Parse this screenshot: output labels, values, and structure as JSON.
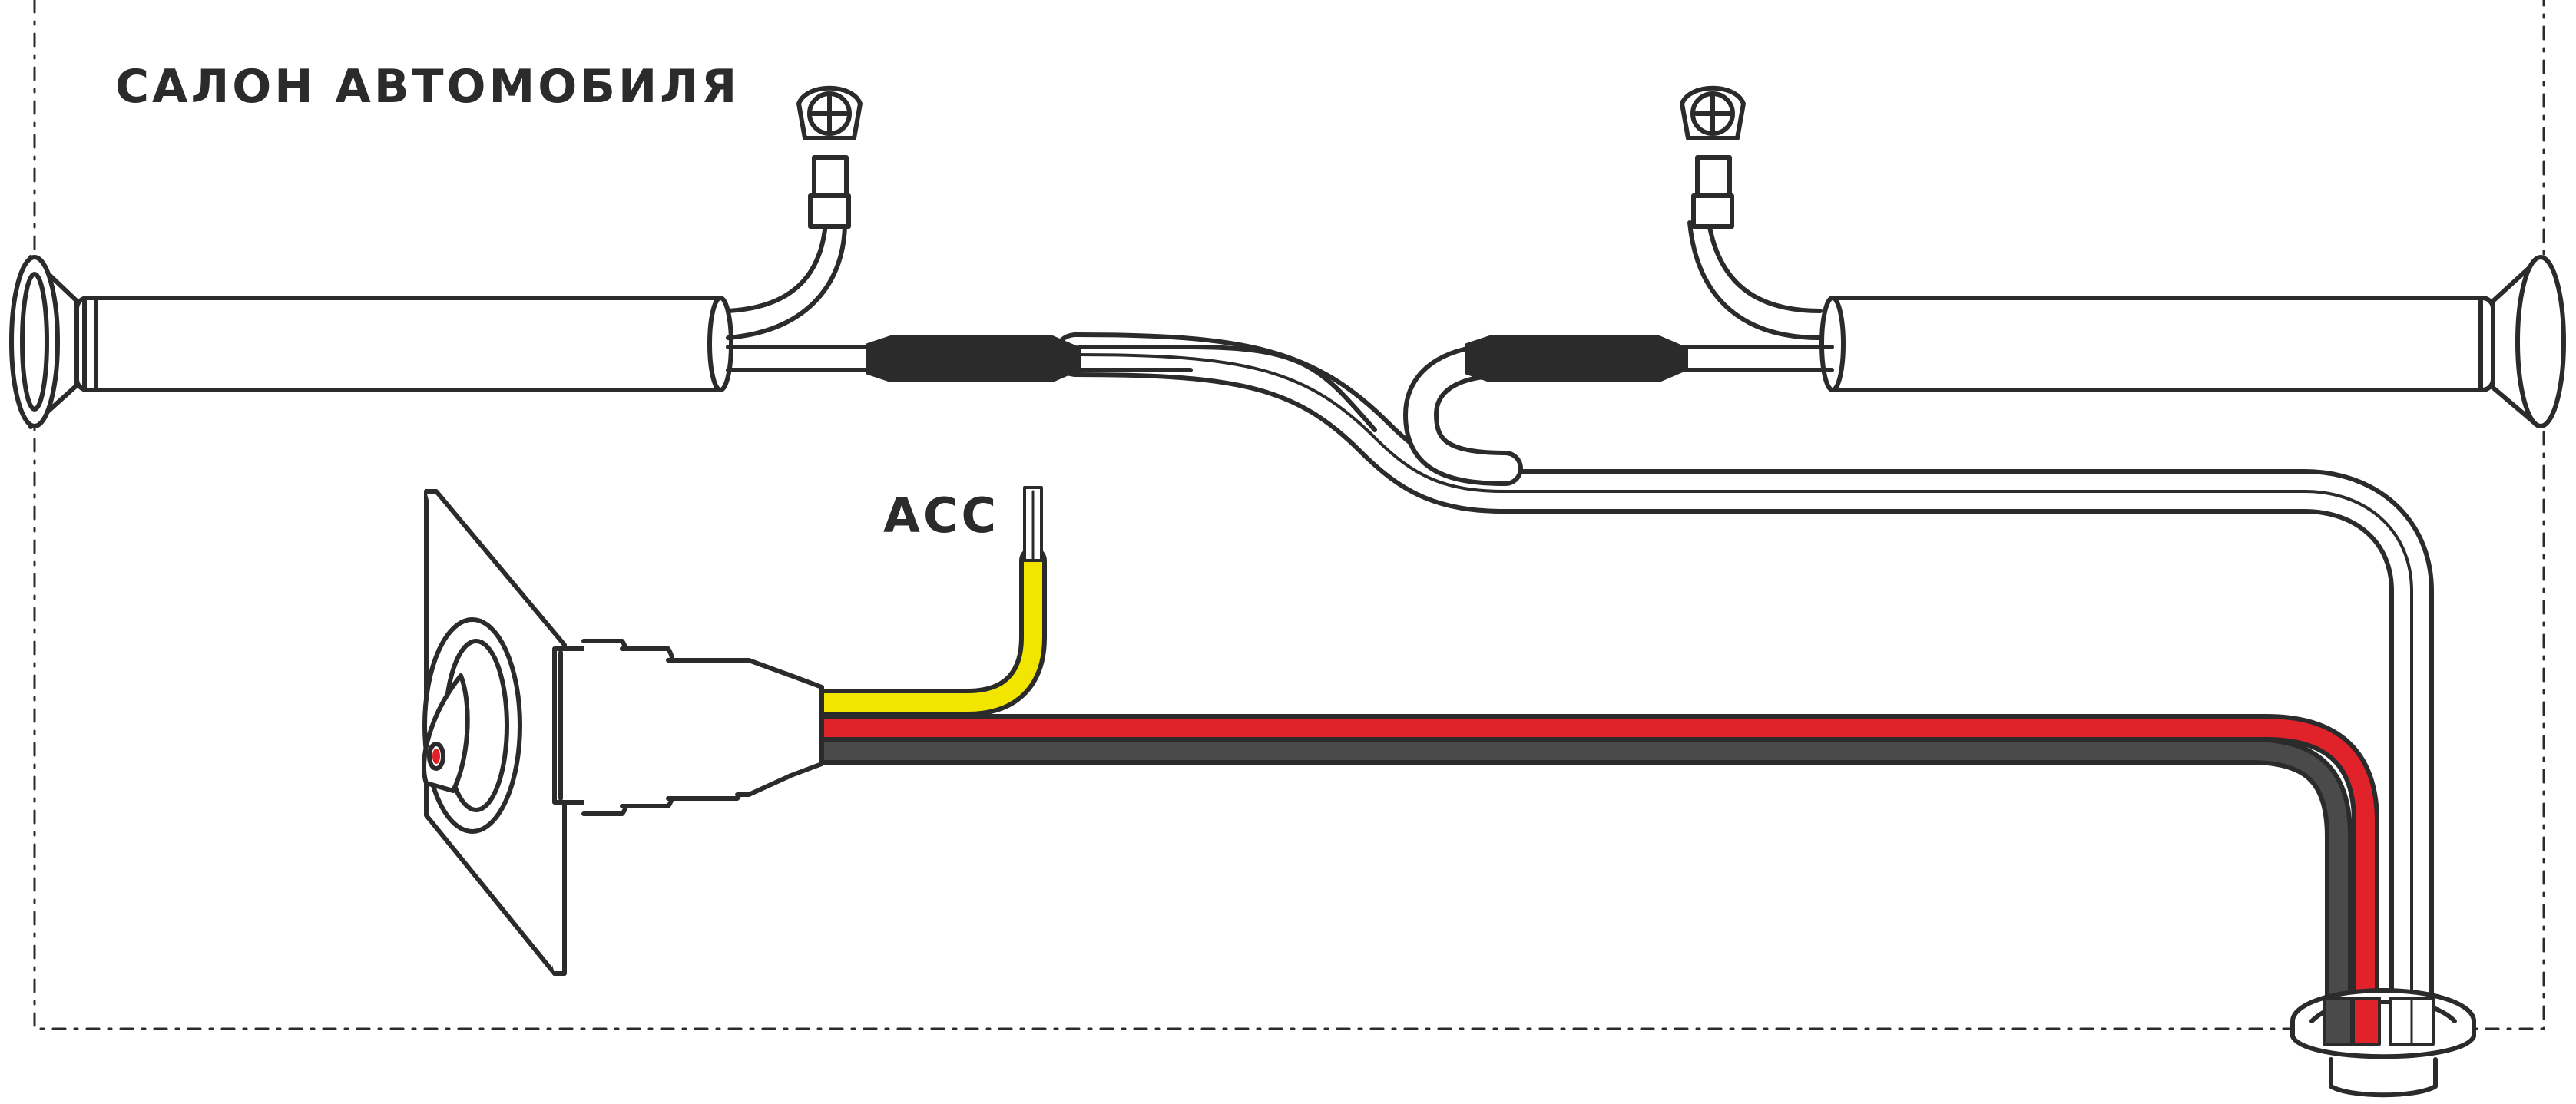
{
  "labels": {
    "cabin": "САЛОН АВТОМОБИЛЯ",
    "acc": "ACC"
  },
  "colors": {
    "outline": "#2b2b2b",
    "acc_wire": "#f2e600",
    "power_wire": "#e2222a",
    "ground_wire": "#4a4a4a",
    "sleeve": "#2b2b2b",
    "background": "#ffffff"
  },
  "icons": [
    "screw-terminal-icon",
    "screw-terminal-icon",
    "lamp-tube",
    "lamp-tube",
    "socket",
    "grommet"
  ]
}
